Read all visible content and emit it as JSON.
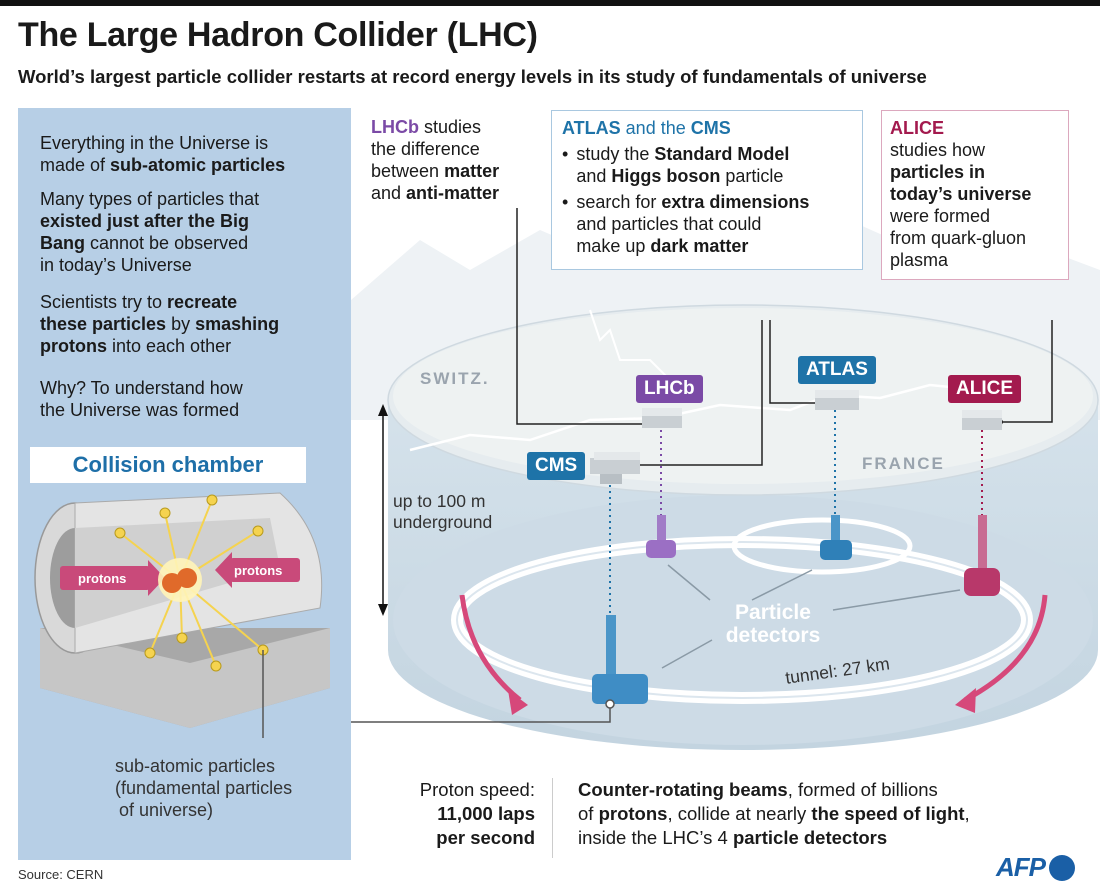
{
  "header": {
    "title": "The Large Hadron Collider (LHC)",
    "subtitle": "World’s largest particle collider restarts at record energy levels in its study of fundamentals of universe"
  },
  "left_panel": {
    "p1": [
      "Everything in the Universe is",
      "made of ",
      "sub-atomic particles"
    ],
    "p2": [
      "Many types of particles that",
      "existed just after the Big",
      "Bang",
      " cannot be observed",
      "in today’s Universe"
    ],
    "p3": [
      "Scientists try to ",
      "recreate",
      "these particles",
      " by ",
      "smashing",
      "protons",
      " into each other"
    ],
    "p4": [
      "Why? To understand how",
      "the Universe was formed"
    ],
    "chamber_title": "Collision chamber",
    "protons_label": "protons",
    "subatomic_caption": [
      "sub-atomic particles",
      "(fundamental particles",
      "of universe)"
    ]
  },
  "lhcb_box": {
    "name": "LHCb",
    "lines": [
      " studies",
      "the difference",
      "between ",
      "matter",
      "and ",
      "anti-matter"
    ]
  },
  "atlas_box": {
    "name1": "ATLAS",
    "and": " and the ",
    "name2": "CMS",
    "b1": [
      "study the ",
      "Standard Model",
      "and ",
      "Higgs boson",
      " particle"
    ],
    "b2": [
      "search for ",
      "extra dimensions",
      "and particles that could",
      "make up ",
      "dark matter"
    ]
  },
  "alice_box": {
    "name": "ALICE",
    "lines": [
      "studies how",
      "particles in",
      "today’s universe",
      "were formed",
      "from quark-gluon",
      "plasma"
    ]
  },
  "map": {
    "switz": "SWITZ.",
    "france": "FRANCE",
    "tags": {
      "lhcb": "LHCb",
      "atlas": "ATLAS",
      "alice": "ALICE",
      "cms": "CMS"
    },
    "depth": [
      "up to 100 m",
      "underground"
    ],
    "detectors": [
      "Particle",
      "detectors"
    ],
    "tunnel": "tunnel: 27 km"
  },
  "bottom": {
    "speed": [
      "Proton speed:",
      "11,000 laps",
      "per second"
    ],
    "beams": [
      "Counter-rotating beams",
      ", formed of billions",
      "of ",
      "protons",
      ", collide at nearly ",
      "the speed of light",
      ",",
      "inside the LHC’s 4 ",
      "particle detectors"
    ]
  },
  "source": "Source: CERN",
  "logo": "AFP",
  "colors": {
    "purple": "#7b4aa6",
    "blue": "#1e73a8",
    "maroon": "#a31a4e",
    "panel": "#b7cfe6",
    "pink_arrow": "#d6487a"
  }
}
